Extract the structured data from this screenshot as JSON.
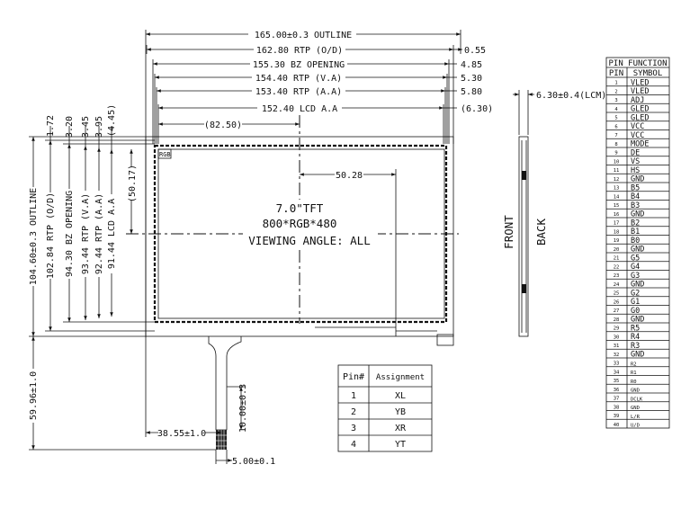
{
  "top_dims": [
    {
      "label": "165.00±0.3 OUTLINE",
      "right": ""
    },
    {
      "label": "162.80 RTP (O/D)",
      "right": "0.55"
    },
    {
      "label": "155.30 BZ OPENING",
      "right": "4.85"
    },
    {
      "label": "154.40 RTP (V.A)",
      "right": "5.30"
    },
    {
      "label": "153.40 RTP (A.A)",
      "right": "5.80"
    },
    {
      "label": "152.40 LCD A.A",
      "right": "(6.30)"
    }
  ],
  "left_dims": [
    {
      "label": "104.60±0.3 OUTLINE",
      "top": ""
    },
    {
      "label": "102.84 RTP (O/D)",
      "top": "1.72"
    },
    {
      "label": "94.30 BZ OPENING",
      "top": "3.20"
    },
    {
      "label": "93.44 RTP (V.A)",
      "top": "3.45"
    },
    {
      "label": "92.44 RTP (A.A)",
      "top": "3.95"
    },
    {
      "label": "91.44 LCD A.A",
      "top": "(4.45)"
    }
  ],
  "center_dims": {
    "h_center": "(82.50)",
    "v_center": "(50.17)",
    "right_offset": "50.28",
    "rgb_mark": "RGB"
  },
  "panel_text": [
    "7.0\"TFT",
    "800*RGB*480",
    "VIEWING ANGLE: ALL"
  ],
  "tail_dims": {
    "height": "59.96±1.0",
    "width": "38.55±1.0",
    "tail_len": "10.00±0.3",
    "tail_w": "5.00±0.1"
  },
  "side_view": {
    "thickness": "6.30±0.4(LCM)",
    "front": "FRONT",
    "back": "BACK"
  },
  "assignment_table": {
    "headers": [
      "Pin#",
      "Assignment"
    ],
    "rows": [
      [
        "1",
        "XL"
      ],
      [
        "2",
        "YB"
      ],
      [
        "3",
        "XR"
      ],
      [
        "4",
        "YT"
      ]
    ]
  },
  "pin_table": {
    "title": "PIN FUNCTION",
    "headers": [
      "PIN",
      "SYMBOL"
    ],
    "rows": [
      [
        "1",
        "VLED"
      ],
      [
        "2",
        "VLED"
      ],
      [
        "3",
        "ADJ"
      ],
      [
        "4",
        "GLED"
      ],
      [
        "5",
        "GLED"
      ],
      [
        "6",
        "VCC"
      ],
      [
        "7",
        "VCC"
      ],
      [
        "8",
        "MODE"
      ],
      [
        "9",
        "DE"
      ],
      [
        "10",
        "VS"
      ],
      [
        "11",
        "HS"
      ],
      [
        "12",
        "GND"
      ],
      [
        "13",
        "B5"
      ],
      [
        "14",
        "B4"
      ],
      [
        "15",
        "B3"
      ],
      [
        "16",
        "GND"
      ],
      [
        "17",
        "B2"
      ],
      [
        "18",
        "B1"
      ],
      [
        "19",
        "B0"
      ],
      [
        "20",
        "GND"
      ],
      [
        "21",
        "G5"
      ],
      [
        "22",
        "G4"
      ],
      [
        "23",
        "G3"
      ],
      [
        "24",
        "GND"
      ],
      [
        "25",
        "G2"
      ],
      [
        "26",
        "G1"
      ],
      [
        "27",
        "G0"
      ],
      [
        "28",
        "GND"
      ],
      [
        "29",
        "R5"
      ],
      [
        "30",
        "R4"
      ],
      [
        "31",
        "R3"
      ],
      [
        "32",
        "GND"
      ],
      [
        "33",
        "R2"
      ],
      [
        "34",
        "R1"
      ],
      [
        "35",
        "R0"
      ],
      [
        "36",
        "GND"
      ],
      [
        "37",
        "DCLK"
      ],
      [
        "38",
        "GND"
      ],
      [
        "39",
        "L/R"
      ],
      [
        "40",
        "U/D"
      ]
    ]
  }
}
